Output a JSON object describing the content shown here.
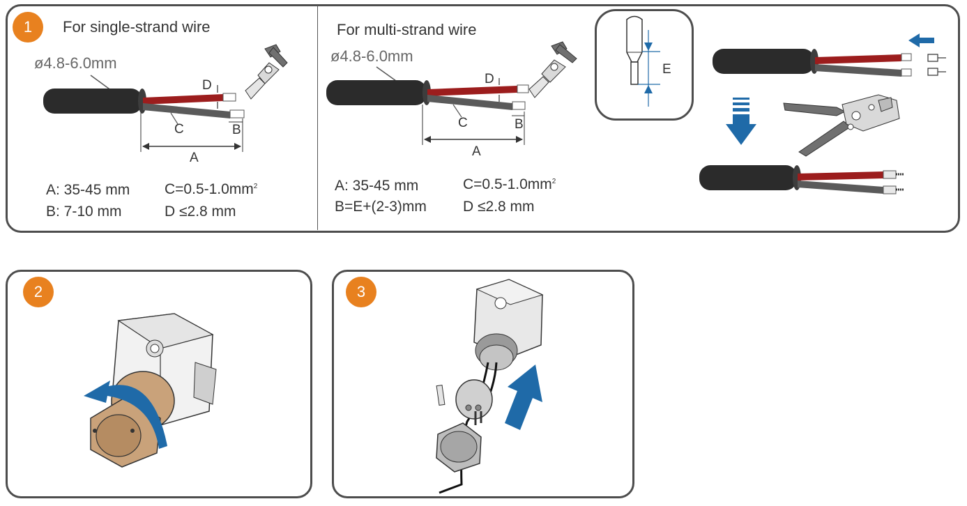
{
  "colors": {
    "badge": "#e8811f",
    "arrow": "#1f6aa8",
    "cable": "#2b2b2b",
    "wire_red": "#9c1d1d",
    "wire_gray": "#5a5a5a",
    "tool_gray": "#707070",
    "gland_gold": "#c9a27a"
  },
  "steps": {
    "s1": "1",
    "s2": "2",
    "s3": "3"
  },
  "single": {
    "title": "For single-strand wire",
    "diameter": "ø4.8-6.0mm",
    "lbl_a": "A",
    "lbl_b": "B",
    "lbl_c": "C",
    "lbl_d": "D",
    "spec_a": "A: 35-45 mm",
    "spec_b": "B: 7-10 mm",
    "spec_c": "C=0.5-1.0mm",
    "spec_c_sup": "2",
    "spec_d": "D ≤2.8 mm"
  },
  "multi": {
    "title": "For multi-strand wire",
    "diameter": "ø4.8-6.0mm",
    "lbl_a": "A",
    "lbl_b": "B",
    "lbl_c": "C",
    "lbl_d": "D",
    "spec_a": "A: 35-45 mm",
    "spec_b": "B=E+(2-3)mm",
    "spec_c": "C=0.5-1.0mm",
    "spec_c_sup": "2",
    "spec_d": "D ≤2.8 mm"
  },
  "ferrule": {
    "lbl_e": "E"
  },
  "icons": [
    "wire-stripper-icon",
    "crimping-tool-icon",
    "ferrule-icon",
    "rotate-arrow-icon",
    "up-arrow-icon",
    "down-arrow-icon",
    "left-arrow-icon"
  ]
}
